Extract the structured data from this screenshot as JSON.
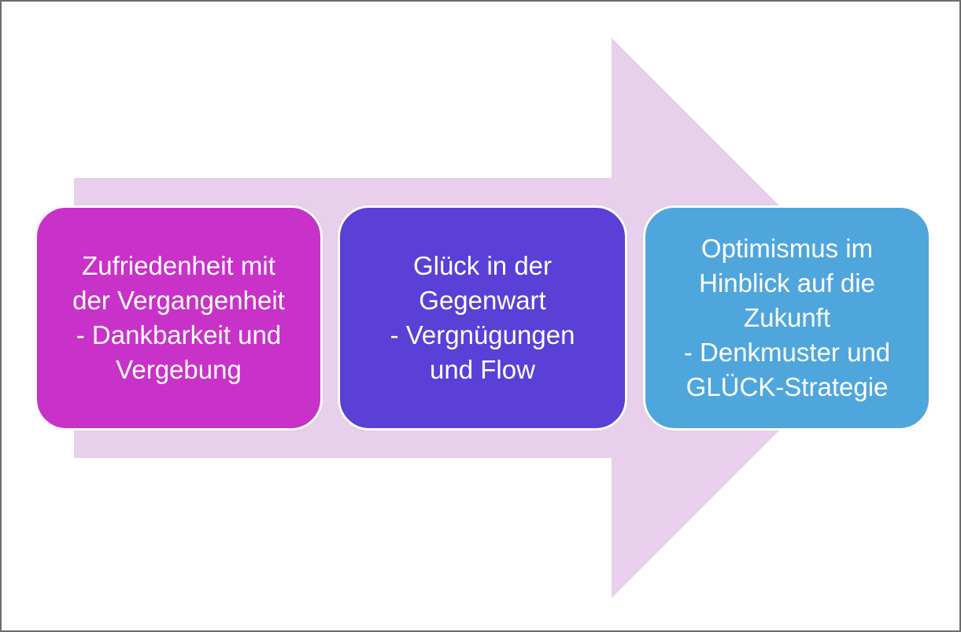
{
  "colors": {
    "arrow": "#e8cfeb",
    "past": "#c832c8",
    "present": "#5a40d6",
    "future": "#4fa6dc"
  },
  "steps": [
    {
      "text": "Zufriedenheit mit\nder Vergangenheit\n- Dankbarkeit und\nVergebung"
    },
    {
      "text": "Glück in der\nGegenwart\n- Vergnügungen\nund Flow"
    },
    {
      "text": "Optimismus im\nHinblick auf die\nZukunft\n- Denkmuster und\nGLÜCK-Strategie"
    }
  ]
}
